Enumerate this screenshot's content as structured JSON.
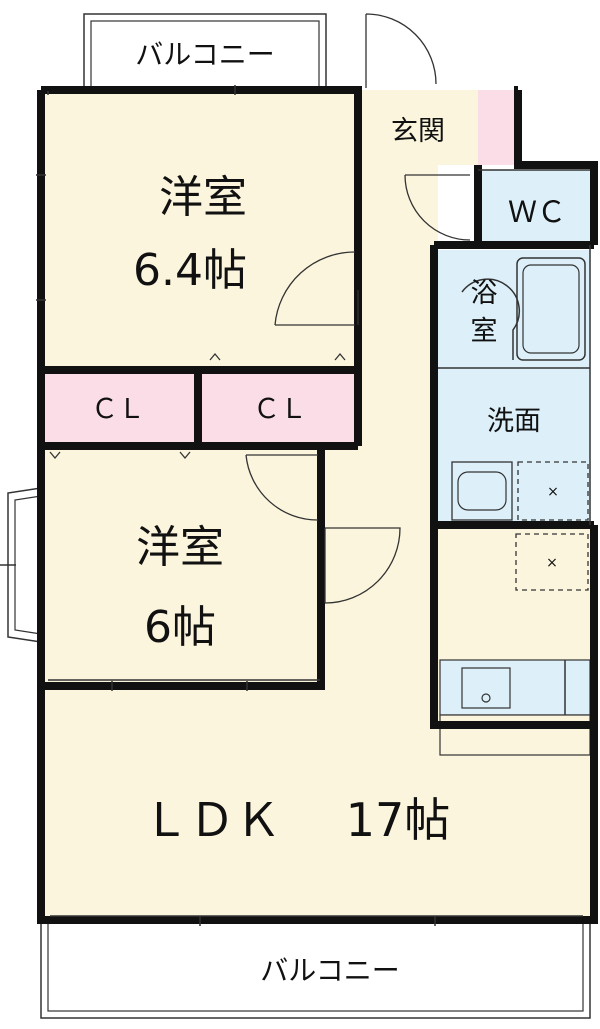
{
  "colors": {
    "room": "#fbf5dd",
    "closet": "#fadde6",
    "wet": "#ddf0fa",
    "wall": "#111111",
    "balcony": "#ffffff"
  },
  "rooms": {
    "balcony_top": "バルコニー",
    "genkan": "玄関",
    "western1_name": "洋室",
    "western1_size": "6.4帖",
    "wc": "ＷＣ",
    "bath_line1": "浴",
    "bath_line2": "室",
    "cl_left": "ＣＬ",
    "cl_right": "ＣＬ",
    "washroom": "洗面",
    "western2_name": "洋室",
    "western2_size": "6帖",
    "ldk_name": "ＬＤＫ",
    "ldk_size": "17帖",
    "balcony_bottom": "バルコニー"
  }
}
